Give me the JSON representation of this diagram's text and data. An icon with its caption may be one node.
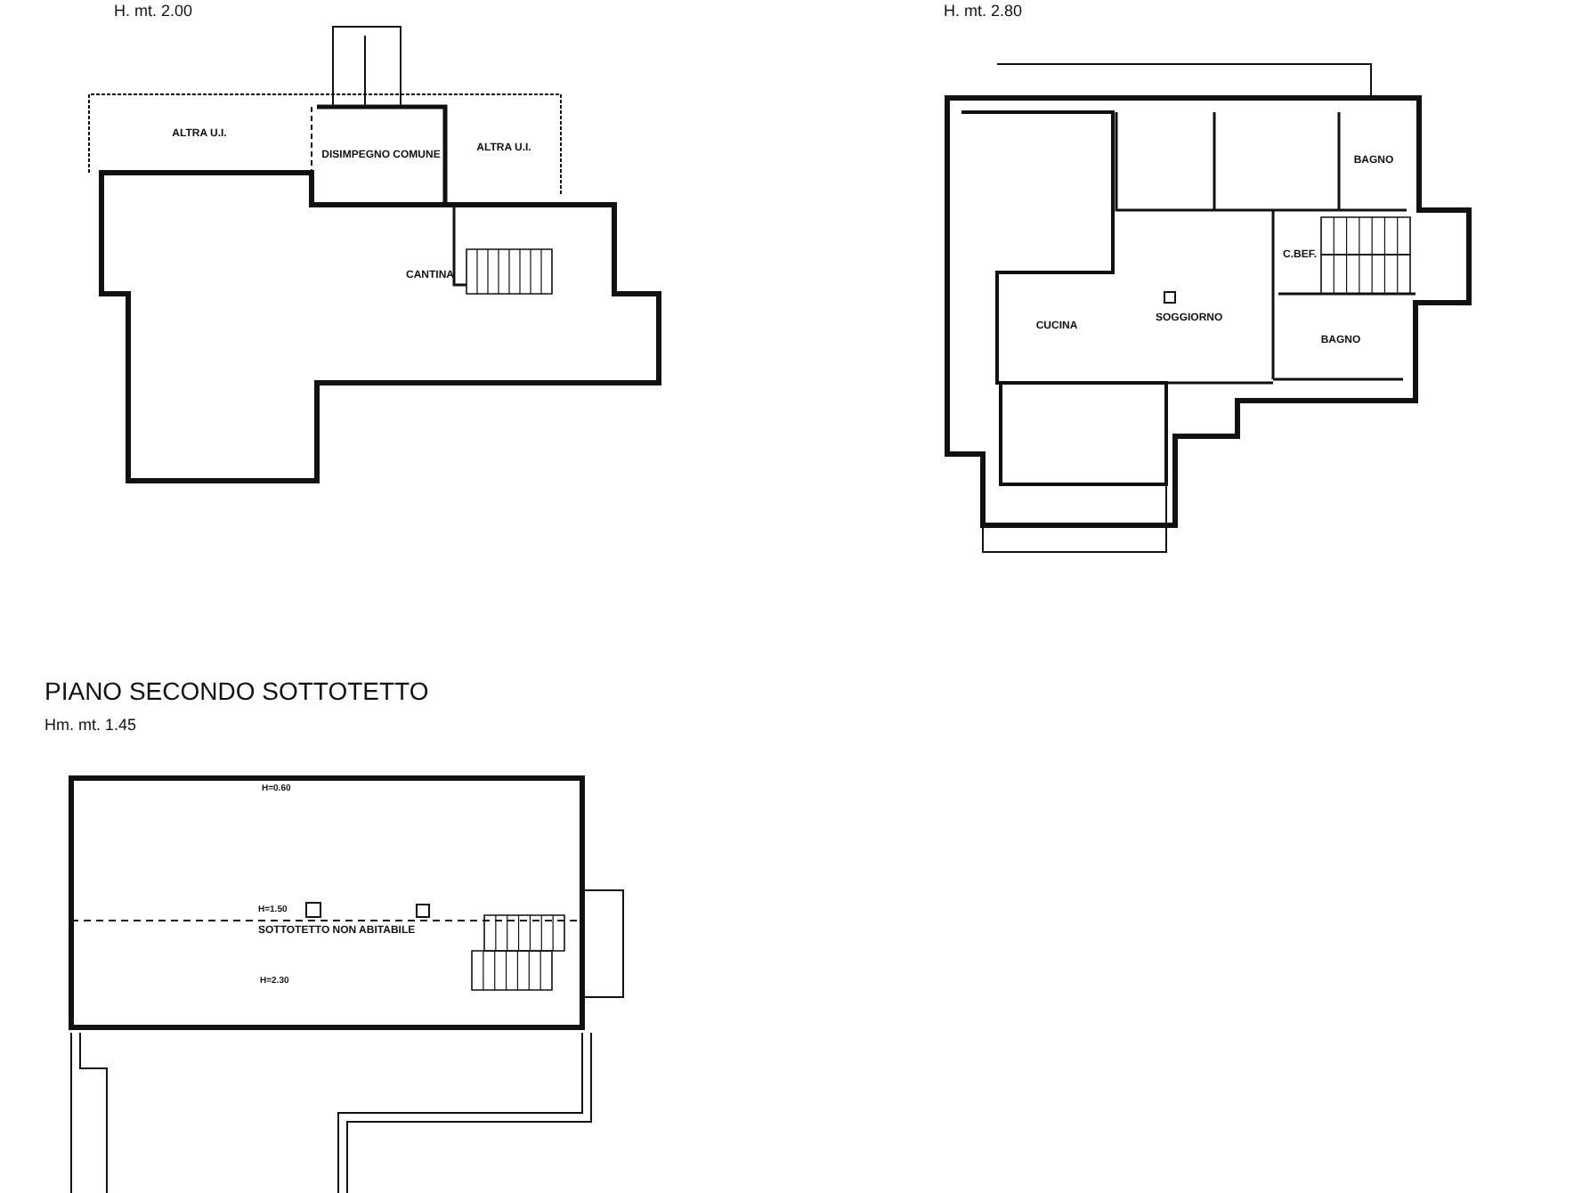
{
  "diagram": {
    "nodes": [
      {
        "text": [
          "ALTRA U.I."
        ]
      },
      {
        "text": [
          "DISIMPEGNO COMUNE"
        ]
      },
      {
        "text": [
          "ALTRA U.I."
        ]
      },
      {
        "text": [
          "CANTINA"
        ]
      },
      {
        "text": [
          "BAGNO"
        ]
      },
      {
        "text": [
          "CUCINA"
        ]
      },
      {
        "text": [
          "SOGGIORNO"
        ]
      },
      {
        "text": [
          "C.BEF."
        ]
      },
      {
        "text": [
          "BAGNO"
        ]
      },
      {
        "text": [
          "SOTTOTETTO NON ABITABILE"
        ]
      }
    ],
    "labels": [
      "H. mt. 2.00",
      "H. mt. 2.80",
      "PIANO SECONDO SOTTOTETTO",
      "Hm. mt. 1.45",
      "H=0.60",
      "H=1.50",
      "H=2.30"
    ]
  }
}
